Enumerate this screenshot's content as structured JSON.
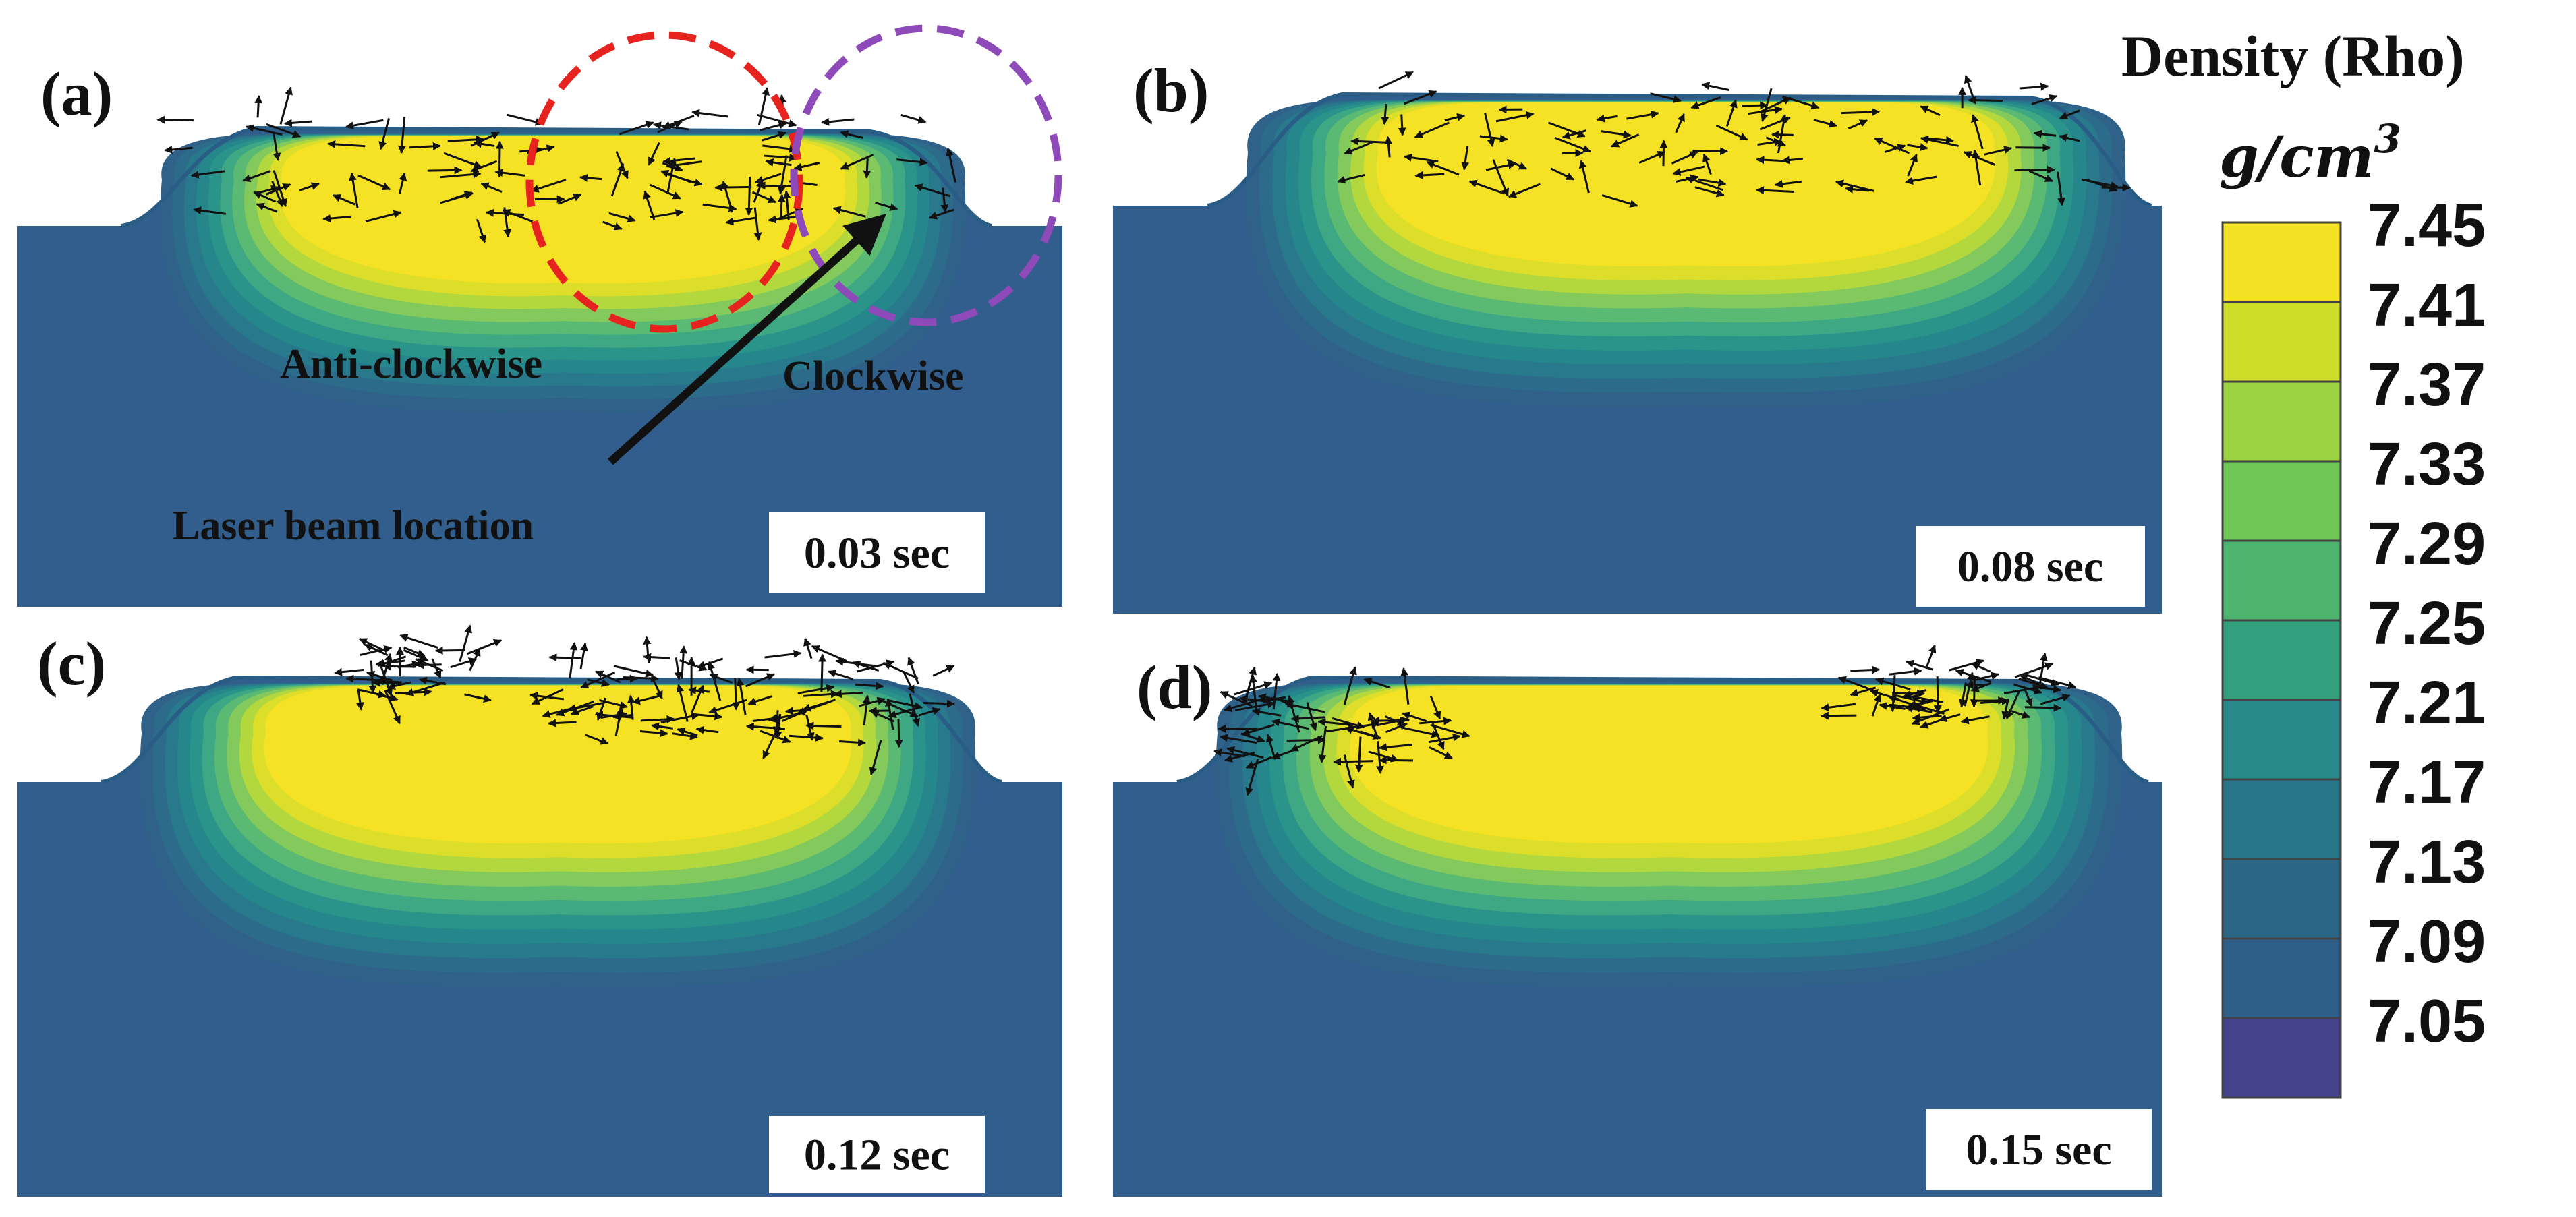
{
  "panels": [
    {
      "label": "(a)",
      "time": "0.03 sec"
    },
    {
      "label": "(b)",
      "time": "0.08 sec"
    },
    {
      "label": "(c)",
      "time": "0.12 sec"
    },
    {
      "label": "(d)",
      "time": "0.15 sec"
    }
  ],
  "annotations": {
    "anticlockwise": "Anti-clockwise",
    "clockwise": "Clockwise",
    "laser": "Laser beam location"
  },
  "colorbar": {
    "title": "Density (Rho)",
    "unit_base": "g/cm",
    "unit_exp": "3",
    "ticks": [
      "7.45",
      "7.41",
      "7.37",
      "7.33",
      "7.29",
      "7.25",
      "7.21",
      "7.17",
      "7.13",
      "7.09",
      "7.05"
    ],
    "colors": [
      "#f4e125",
      "#cddd2a",
      "#9ad33f",
      "#6fc655",
      "#4db56d",
      "#33a07d",
      "#27898a",
      "#287488",
      "#2b6686",
      "#2e5f8a",
      "#44428a"
    ]
  },
  "colors": {
    "substrate": "#315e8c",
    "melt_pool": "#f5e224",
    "red_circle": "#e6231e",
    "purple_circle": "#8e4ab8"
  }
}
